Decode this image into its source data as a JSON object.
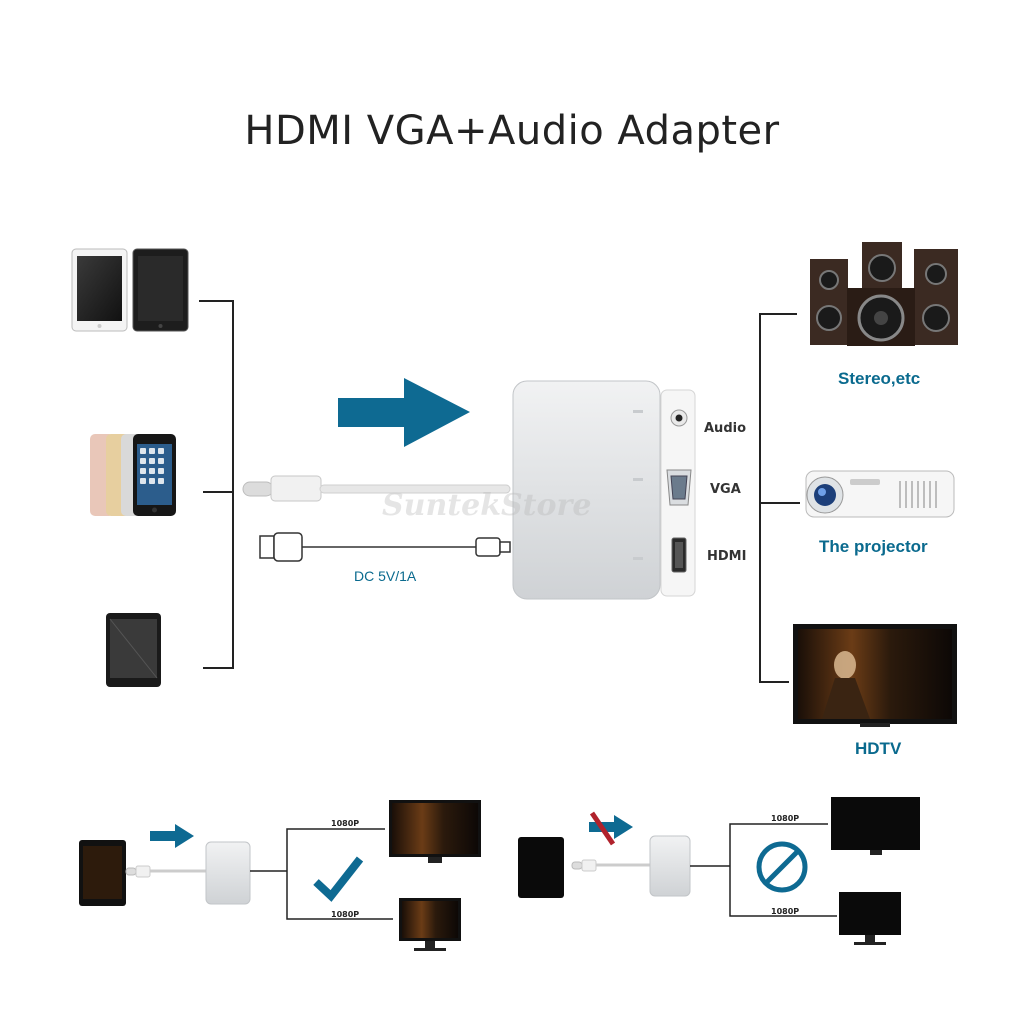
{
  "title": "HDMI VGA+Audio Adapter",
  "watermark": "SuntekStore",
  "cable_label": "DC 5V/1A",
  "ports": {
    "audio": "Audio",
    "vga": "VGA",
    "hdmi": "HDMI"
  },
  "outputs": {
    "stereo": "Stereo,etc",
    "projector": "The projector",
    "hdtv": "HDTV"
  },
  "bottom": {
    "res_top_left": "1080P",
    "res_bottom_left": "1080P",
    "res_top_right": "1080P",
    "res_bottom_right": "1080P"
  },
  "colors": {
    "arrow": "#0e6a92",
    "label": "#0a6a8e",
    "adapter": "#e2e4e6",
    "forbidden": "#b0222c"
  }
}
